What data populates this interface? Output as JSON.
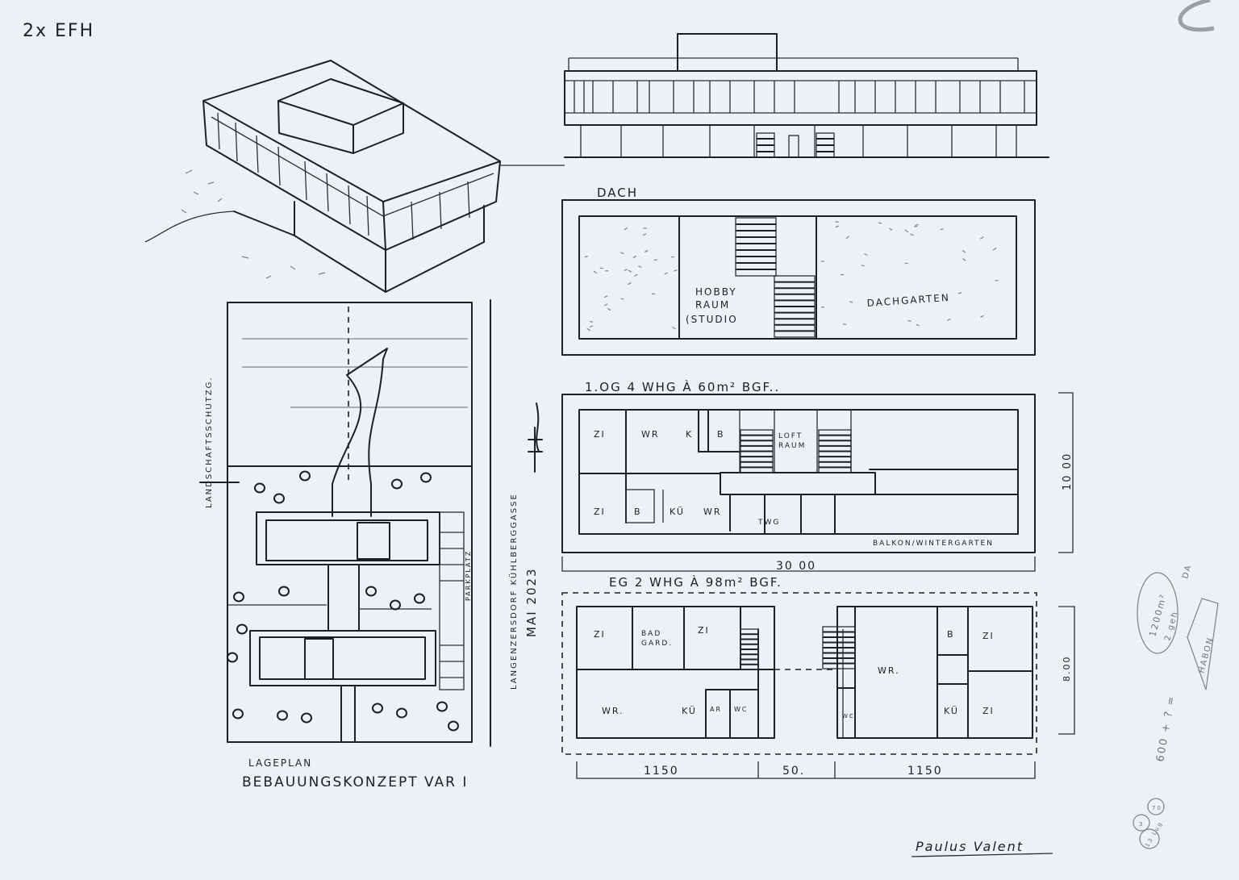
{
  "sheet": {
    "corner_note": "2x EFH",
    "colors": {
      "paper": "#eef1f4",
      "ink": "#1d1f24",
      "pencil": "#6b7280"
    }
  },
  "site_plan": {
    "title": "LAGEPLAN",
    "subtitle": "BEBAUUNGSKONZEPT VAR I",
    "landscape_label": "LANDSCHAFTSSCHUTZG.",
    "street_label": "LANGENZERSDORF KÜHLBERGGASSE",
    "date": "MAI 2023",
    "parking_label": "PARKPLATZ"
  },
  "roof_plan": {
    "title": "DACH",
    "hobby_room": [
      "HOBBY",
      "RAUM",
      "(STUDIO"
    ],
    "roof_garden": "DACHGARTEN"
  },
  "upper_floor": {
    "title": "1.OG 4 WHG À 60m² BGF..",
    "rooms": [
      "ZI",
      "WR",
      "K",
      "B",
      "ZI",
      "B",
      "KÜ",
      "WR",
      "TWG"
    ],
    "loft": [
      "LOFT",
      "RAUM"
    ],
    "balcony": "BALKON/WINTERGARTEN",
    "width_dim": "30 00",
    "depth_dim": "10 00"
  },
  "ground_floor": {
    "title": "EG 2 WHG À 98m² BGF.",
    "left_rooms": [
      "ZI",
      "BAD",
      "GARD.",
      "ZI",
      "WR.",
      "KÜ",
      "AR",
      "WC"
    ],
    "right_rooms": [
      "WR.",
      "B",
      "ZI",
      "KÜ",
      "ZI",
      "WC"
    ],
    "dims": [
      "1150",
      "50.",
      "1150"
    ],
    "depth_dim": "8.00"
  },
  "margin_notes": {
    "area": [
      "1200m²",
      "2 geh",
      "DA"
    ],
    "calc": "600 + ? =",
    "boxed": "HABON",
    "circles": [
      "70",
      "3",
      "13 Lug"
    ]
  },
  "signature": "Paulus Valent"
}
